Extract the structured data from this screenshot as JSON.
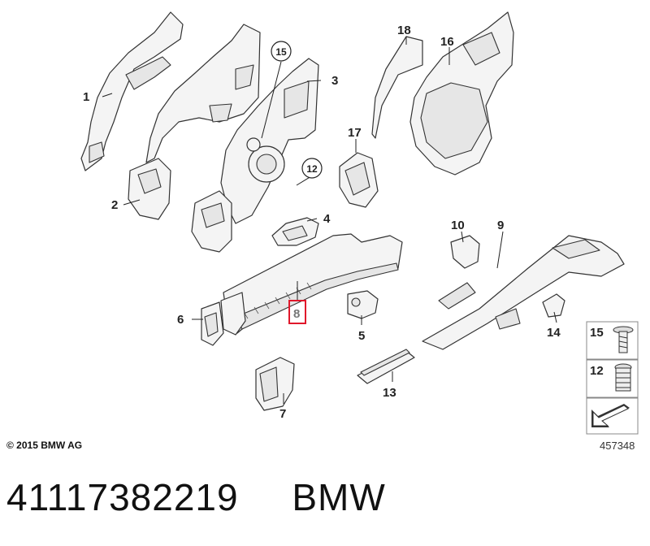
{
  "diagram": {
    "callouts": {
      "c1": "1",
      "c2": "2",
      "c3": "3",
      "c4": "4",
      "c5": "5",
      "c6": "6",
      "c7": "7",
      "c8": "8",
      "c9": "9",
      "c10": "10",
      "c12": "12",
      "c13": "13",
      "c14": "14",
      "c15": "15",
      "c16": "16",
      "c17": "17",
      "c18": "18"
    },
    "legend": {
      "item15": "15",
      "item12": "12"
    },
    "highlight_color": "#e0182b"
  },
  "footer": {
    "copyright": "© 2015 BMW AG",
    "image_number": "457348"
  },
  "caption": {
    "part_number": "41117382219",
    "brand": "BMW"
  }
}
